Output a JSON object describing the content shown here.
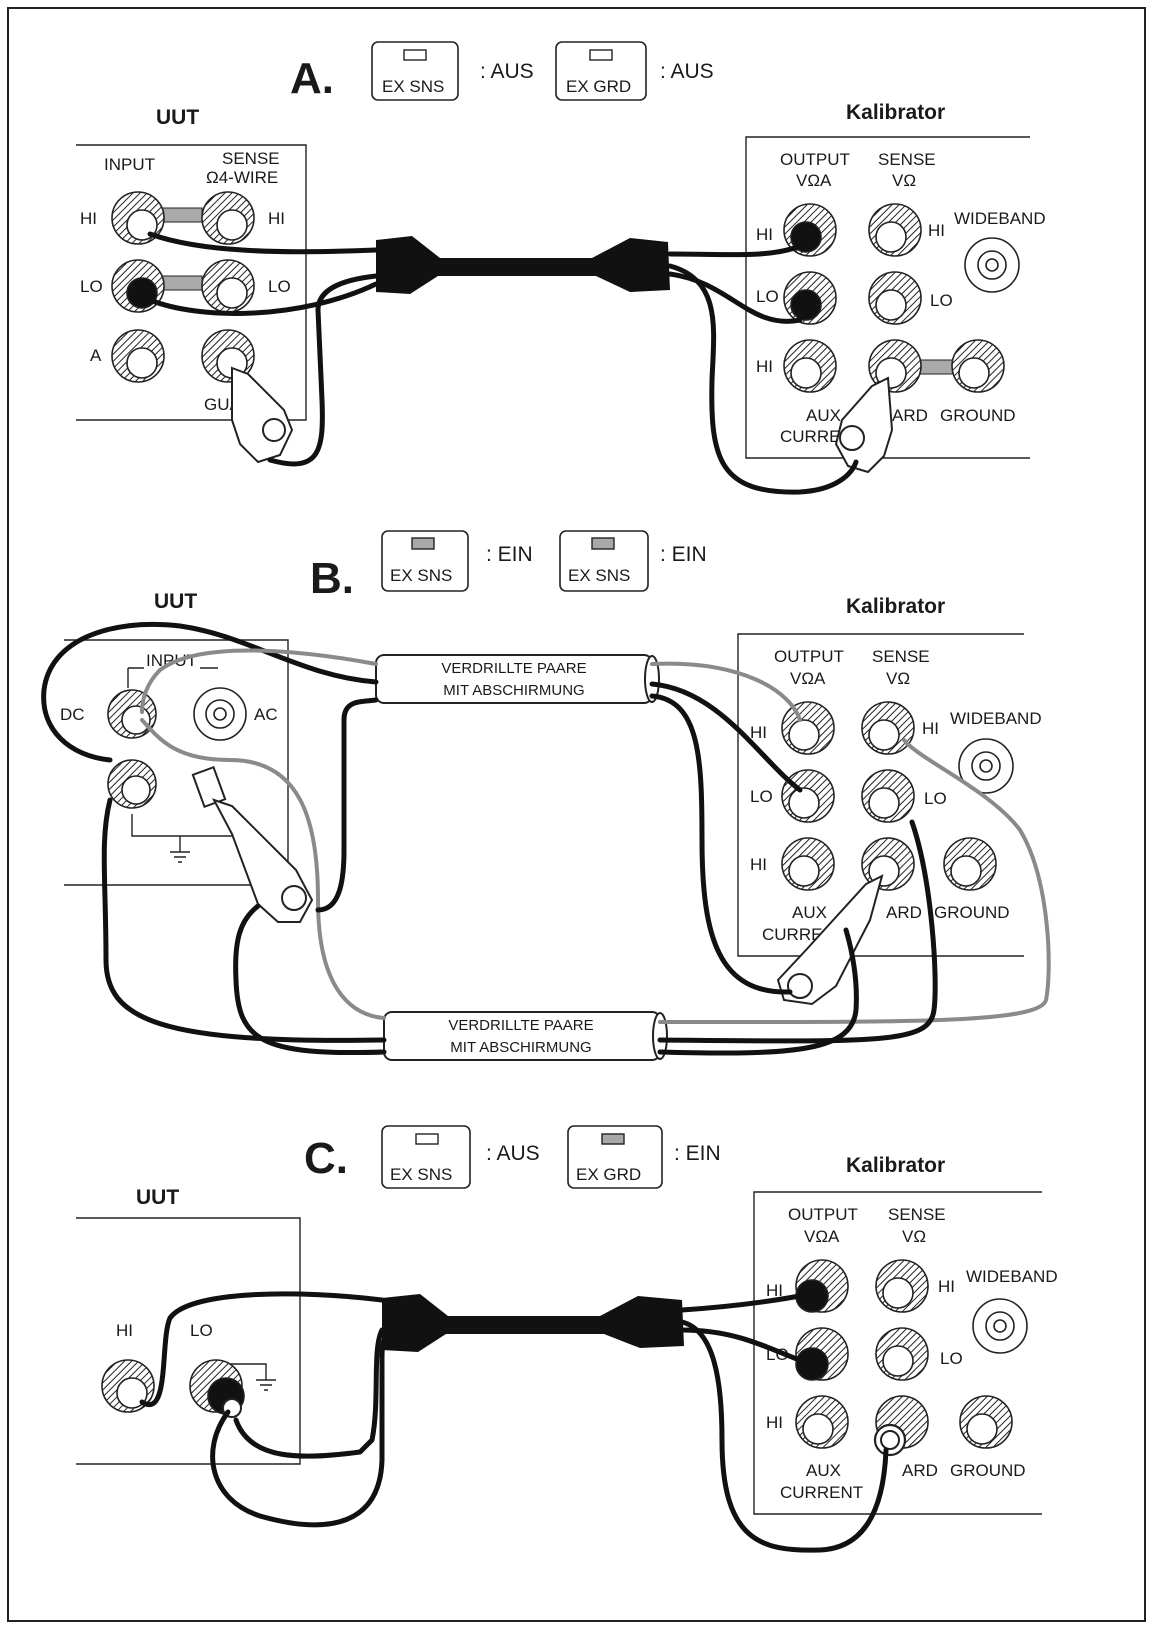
{
  "colors": {
    "ink": "#111111",
    "grey_wire": "#8a8a8a",
    "led_on": "#a8a8a8",
    "led_off": "#ffffff"
  },
  "sections": [
    {
      "letter": "A.",
      "key1": {
        "label": "EX SNS",
        "state": ": AUS",
        "led": "off"
      },
      "key2": {
        "label": "EX GRD",
        "state": ": AUS",
        "led": "off"
      },
      "uut": {
        "title": "UUT",
        "input": "INPUT",
        "sense1": "SENSE",
        "sense2": "Ω4-WIRE",
        "hi_left": "HI",
        "lo_left": "LO",
        "hi_right": "HI",
        "lo_right": "LO",
        "a": "A",
        "guard": "GUA"
      },
      "cal": {
        "title": "Kalibrator",
        "out1": "OUTPUT",
        "out2": "VΩA",
        "sense1": "SENSE",
        "sense2": "VΩ",
        "wideband": "WIDEBAND",
        "hi1": "HI",
        "hi2": "HI",
        "lo1": "LO",
        "lo2": "LO",
        "hi3": "HI",
        "aux": "AUX",
        "current": "CURRE",
        "guard": "ARD",
        "ground": "GROUND"
      }
    },
    {
      "letter": "B.",
      "key1": {
        "label": "EX SNS",
        "state": ": EIN",
        "led": "on"
      },
      "key2": {
        "label": "EX SNS",
        "state": ": EIN",
        "led": "on"
      },
      "uut": {
        "title": "UUT",
        "input": "INPUT",
        "dc": "DC",
        "ac": "AC"
      },
      "cable_top1": "VERDRILLTE PAARE",
      "cable_top2": "MIT ABSCHIRMUNG",
      "cable_bot1": "VERDRILLTE PAARE",
      "cable_bot2": "MIT ABSCHIRMUNG",
      "cal": {
        "title": "Kalibrator",
        "out1": "OUTPUT",
        "out2": "VΩA",
        "sense1": "SENSE",
        "sense2": "VΩ",
        "wideband": "WIDEBAND",
        "hi1": "HI",
        "hi2": "HI",
        "lo1": "LO",
        "lo2": "LO",
        "hi3": "HI",
        "aux": "AUX",
        "current": "CURRE",
        "guard": "ARD",
        "ground": "GROUND"
      }
    },
    {
      "letter": "C.",
      "key1": {
        "label": "EX SNS",
        "state": ": AUS",
        "led": "off"
      },
      "key2": {
        "label": "EX GRD",
        "state": ": EIN",
        "led": "on"
      },
      "uut": {
        "title": "UUT",
        "hi": "HI",
        "lo": "LO"
      },
      "cal": {
        "title": "Kalibrator",
        "out1": "OUTPUT",
        "out2": "VΩA",
        "sense1": "SENSE",
        "sense2": "VΩ",
        "wideband": "WIDEBAND",
        "hi1": "HI",
        "hi2": "HI",
        "lo1": "LO",
        "lo2": "LO",
        "hi3": "HI",
        "aux": "AUX",
        "current": "CURRENT",
        "guard": "ARD",
        "ground": "GROUND"
      }
    }
  ]
}
